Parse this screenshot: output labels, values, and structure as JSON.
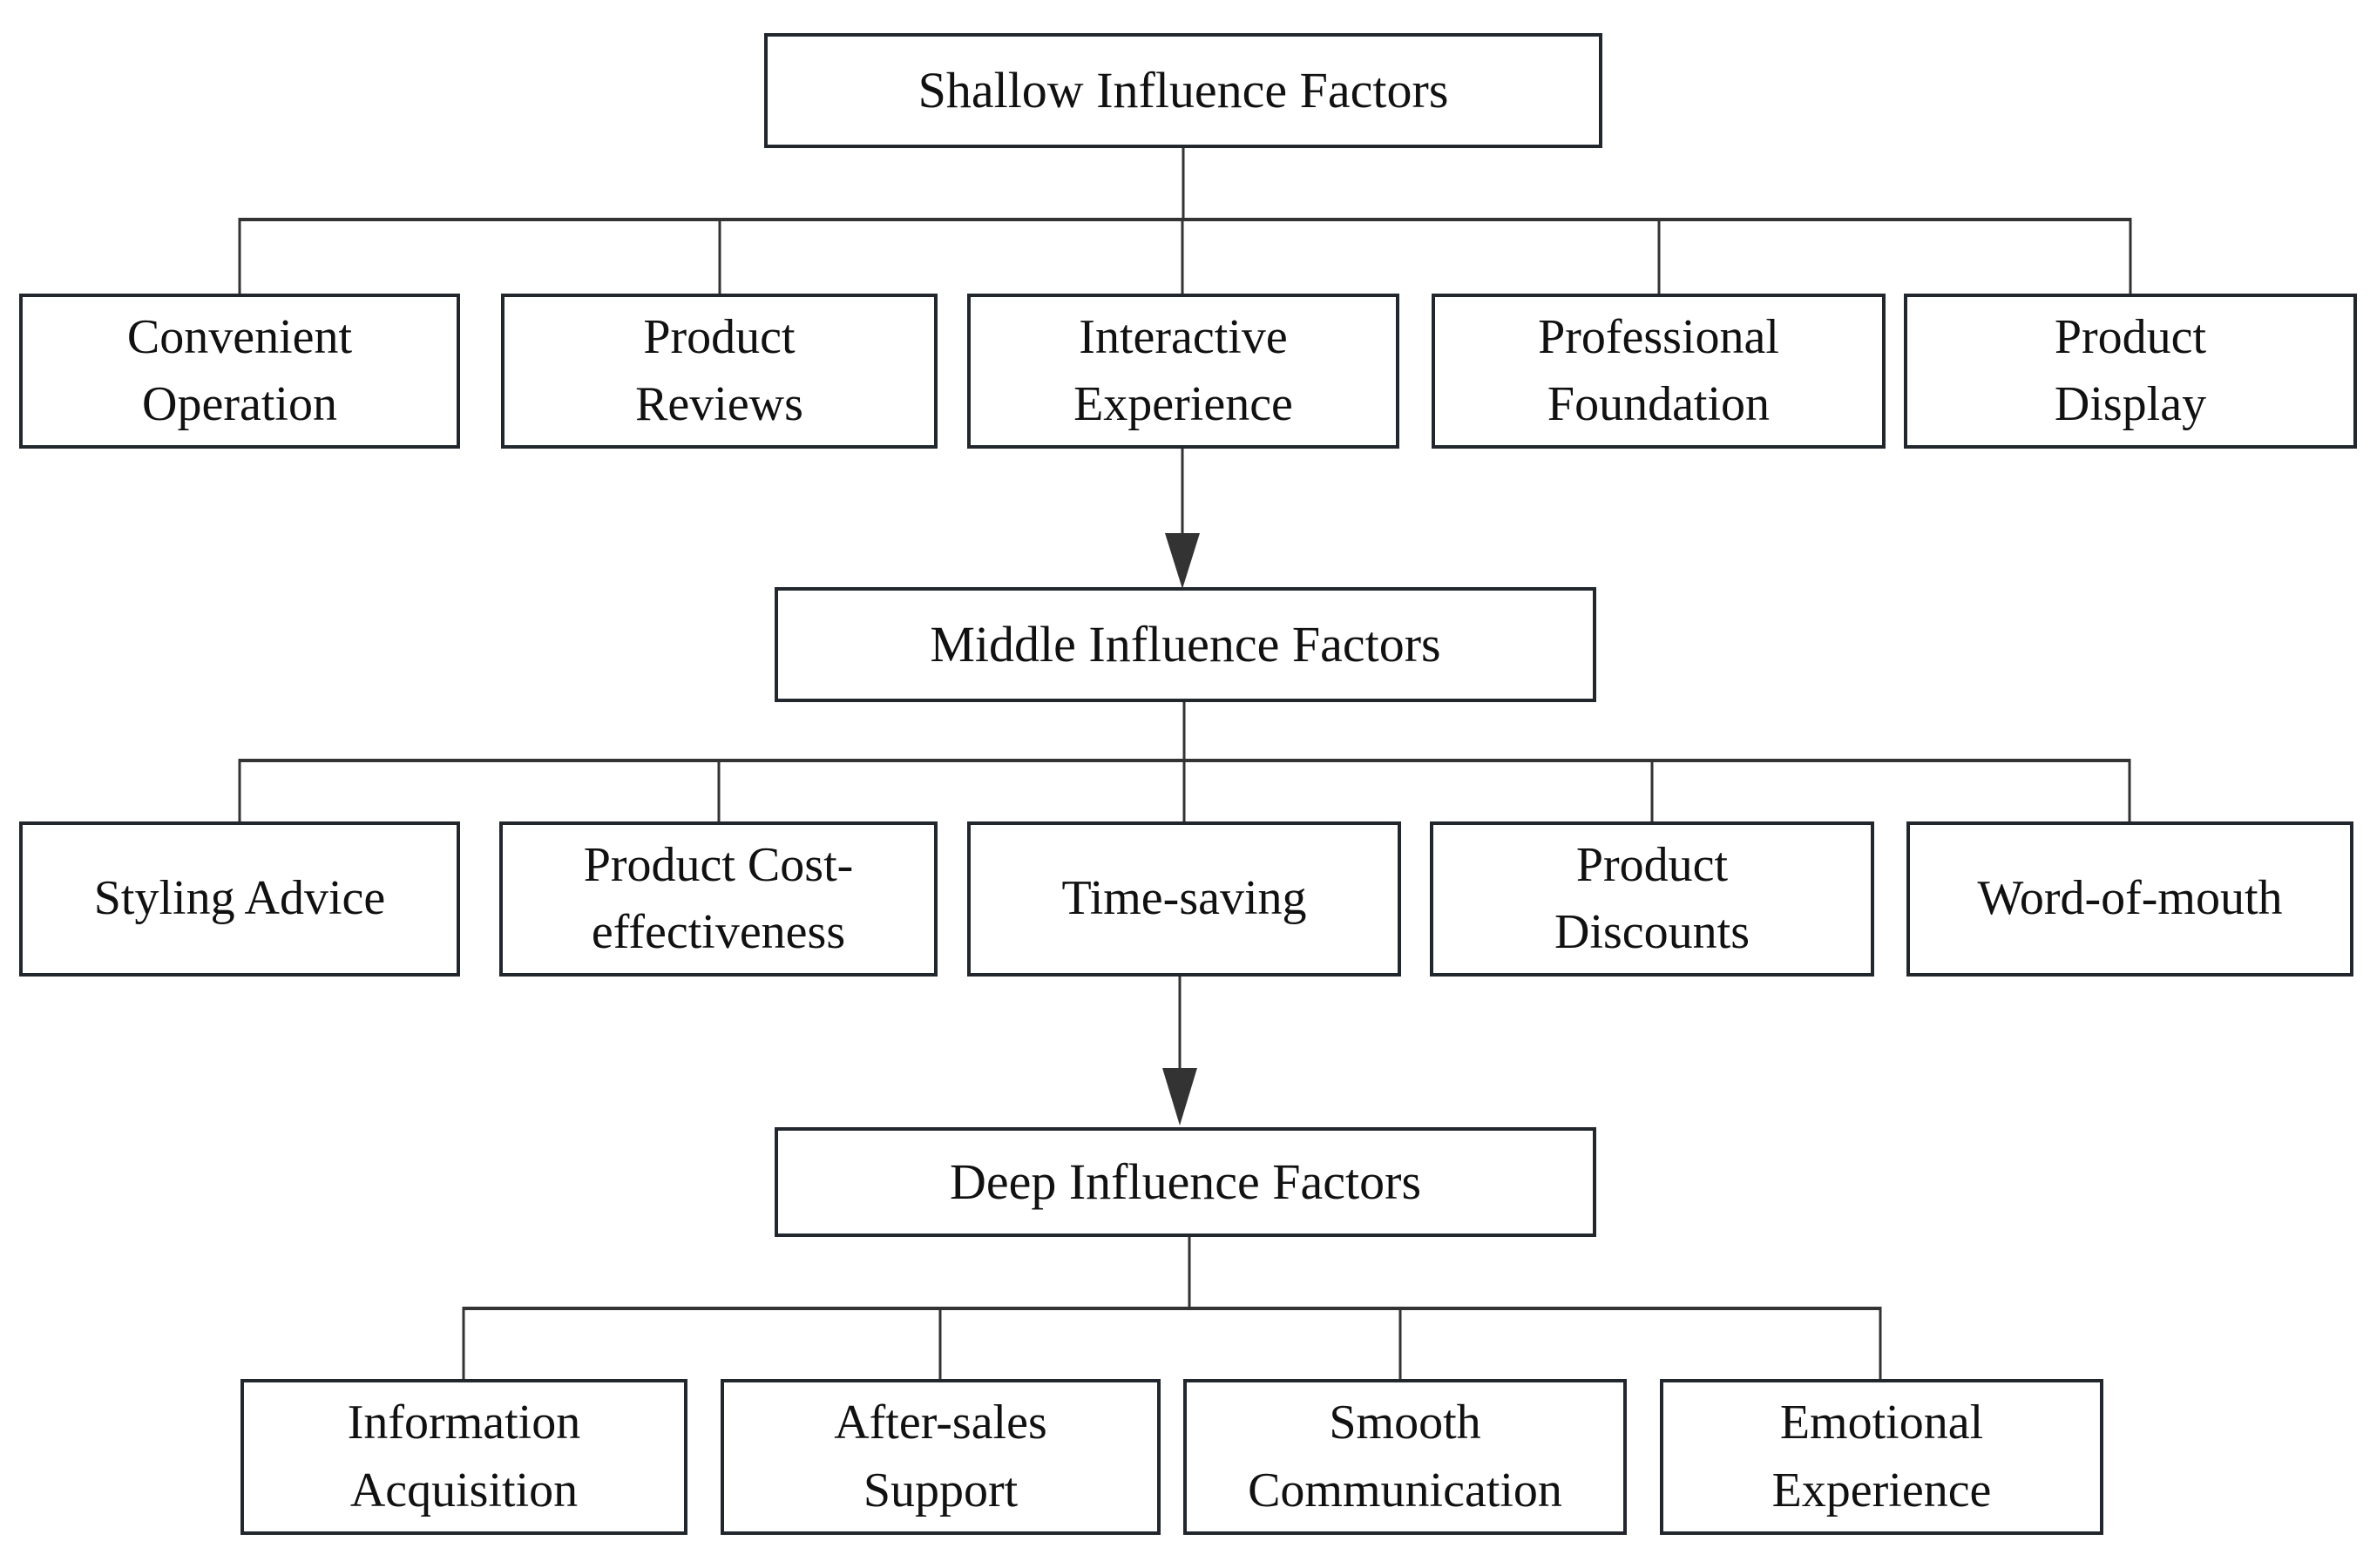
{
  "diagram": {
    "background_color": "#ffffff",
    "line_color": "#333333",
    "box_border_color": "#22272e",
    "text_color": "#111111",
    "levels": [
      {
        "header": "Shallow Influence Factors",
        "children": [
          "Convenient\nOperation",
          "Product\nReviews",
          "Interactive\nExperience",
          "Professional\nFoundation",
          "Product\nDisplay"
        ]
      },
      {
        "header": "Middle Influence Factors",
        "children": [
          "Styling Advice",
          "Product Cost-\neffectiveness",
          "Time-saving",
          "Product\nDiscounts",
          "Word-of-mouth"
        ]
      },
      {
        "header": "Deep Influence Factors",
        "children": [
          "Information\nAcquisition",
          "After-sales\nSupport",
          "Smooth\nCommunication",
          "Emotional\nExperience"
        ]
      }
    ]
  }
}
